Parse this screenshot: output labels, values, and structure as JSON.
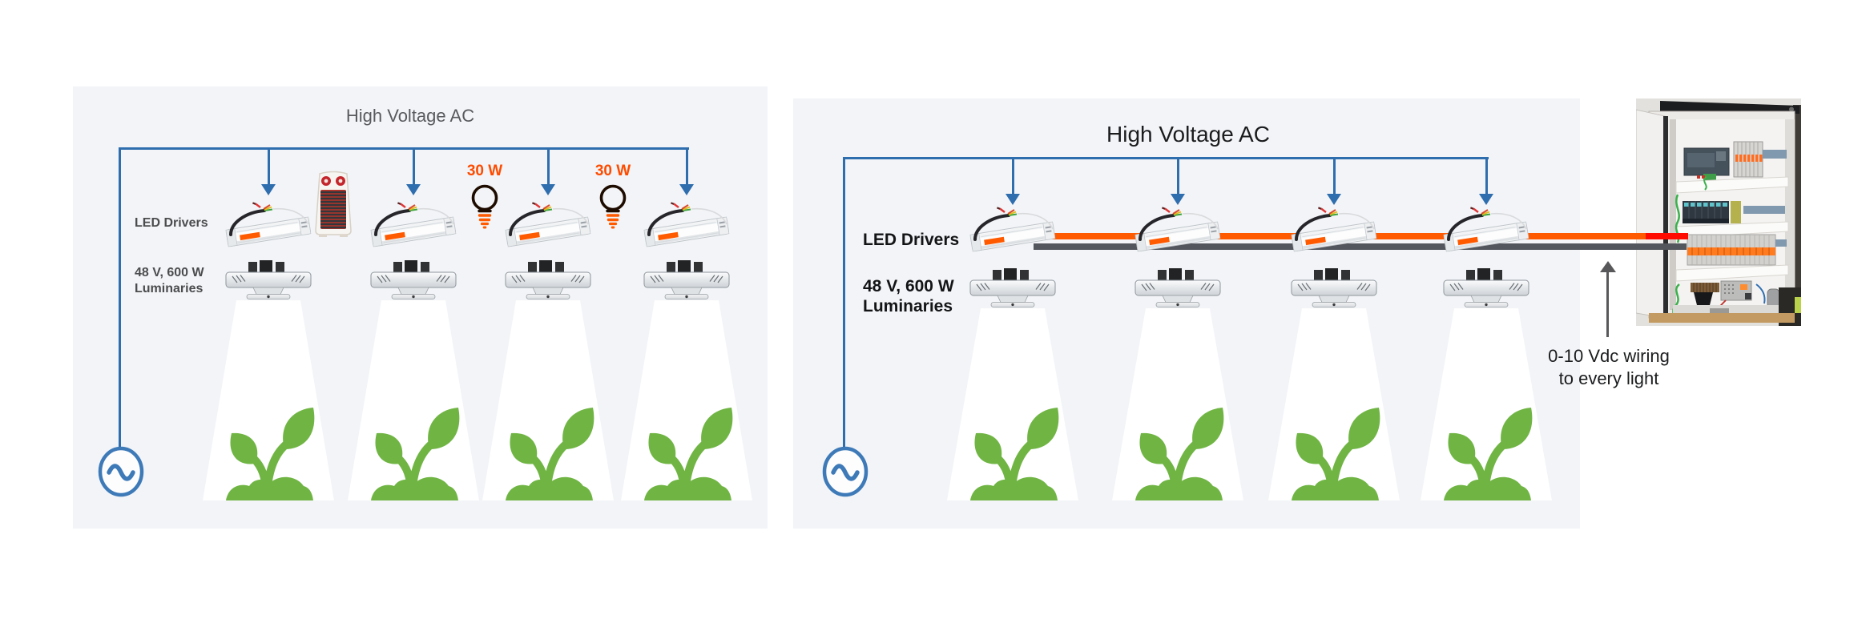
{
  "colors": {
    "panel_bg": "#f2f4f7",
    "wire_blue": "#2e6dae",
    "ac_symbol_blue": "#3e7ab8",
    "orange_cable": "#ff5a00",
    "red_cable": "#ff0b00",
    "gray_cable": "#53565c",
    "plant_green": "#70b544",
    "waste_heat_orange": "#ff4b00",
    "left_label_gray": "#4b4c4e",
    "black_text": "#1b1c1e"
  },
  "left_panel": {
    "title": "High Voltage AC",
    "drivers_label": "LED Drivers",
    "luminaires_label": [
      "48 V, 600 W",
      "Luminaries"
    ],
    "fixture_count": 4,
    "waste_heat_badges": [
      {
        "label": "30 W"
      },
      {
        "label": "30 W"
      }
    ]
  },
  "right_panel": {
    "title": "High Voltage AC",
    "drivers_label": "LED Drivers",
    "luminaires_label": [
      "48 V, 600 W",
      "Luminaries"
    ],
    "fixture_count": 4,
    "annotation": [
      "0-10 Vdc wiring",
      "to every light"
    ]
  }
}
